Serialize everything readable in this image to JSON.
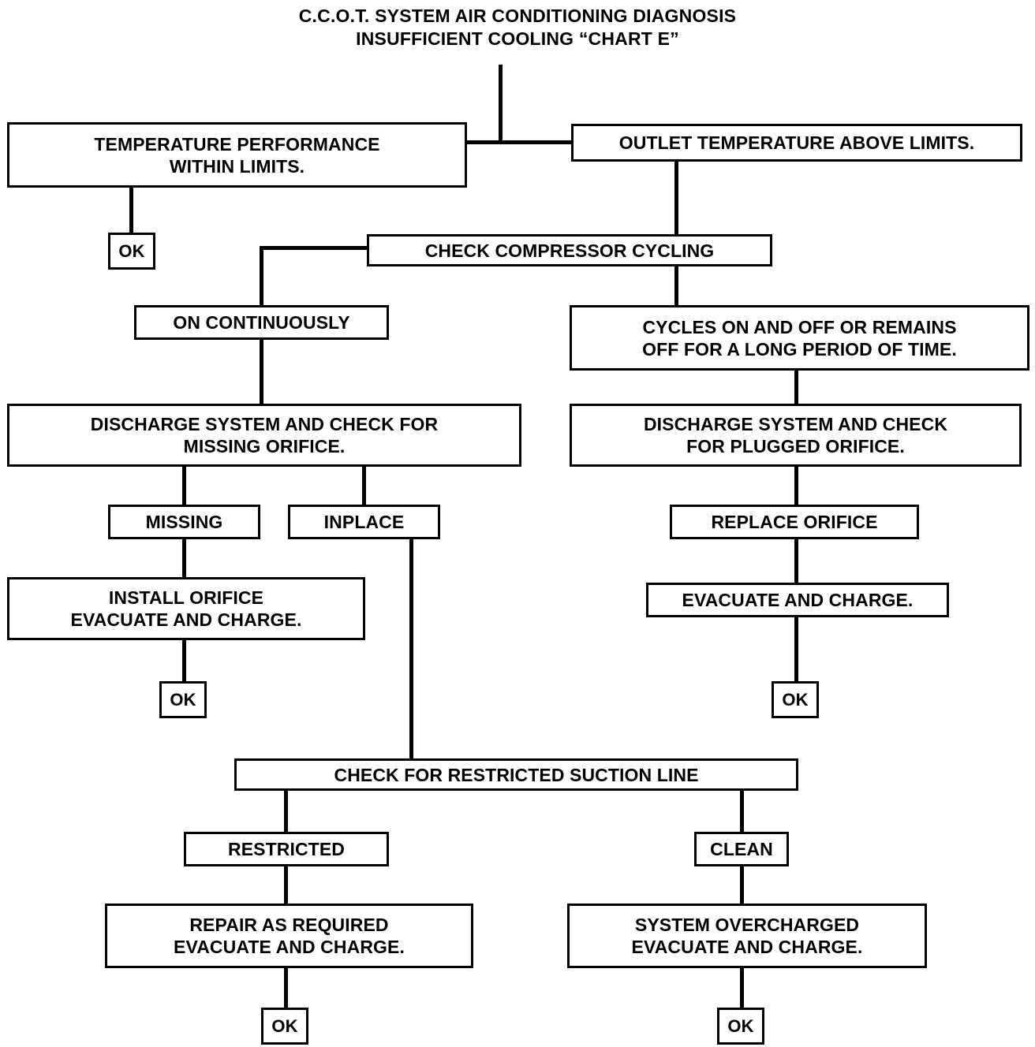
{
  "chart_data": {
    "type": "diagram",
    "title": "C.C.O.T. SYSTEM AIR CONDITIONING DIAGNOSIS",
    "subtitle": "INSUFFICIENT COOLING “CHART E”",
    "nodes": [
      {
        "id": "temp_ok",
        "label": "TEMPERATURE PERFORMANCE WITHIN LIMITS."
      },
      {
        "id": "outlet_high",
        "label": "OUTLET TEMPERATURE ABOVE LIMITS."
      },
      {
        "id": "ok1",
        "label": "OK"
      },
      {
        "id": "check_cycling",
        "label": "CHECK COMPRESSOR CYCLING"
      },
      {
        "id": "on_cont",
        "label": "ON CONTINUOUSLY"
      },
      {
        "id": "cycles_off",
        "label": "CYCLES ON AND OFF OR REMAINS OFF FOR A LONG PERIOD OF TIME."
      },
      {
        "id": "disch_missing",
        "label": "DISCHARGE SYSTEM AND CHECK FOR MISSING ORIFICE."
      },
      {
        "id": "disch_plugged",
        "label": "DISCHARGE SYSTEM AND CHECK FOR PLUGGED ORIFICE."
      },
      {
        "id": "missing",
        "label": "MISSING"
      },
      {
        "id": "inplace",
        "label": "INPLACE"
      },
      {
        "id": "replace_orif",
        "label": "REPLACE ORIFICE"
      },
      {
        "id": "install_orif",
        "label": "INSTALL ORIFICE EVACUATE AND CHARGE."
      },
      {
        "id": "evac_charge",
        "label": "EVACUATE AND CHARGE."
      },
      {
        "id": "ok2",
        "label": "OK"
      },
      {
        "id": "ok3",
        "label": "OK"
      },
      {
        "id": "check_suction",
        "label": "CHECK FOR RESTRICTED SUCTION LINE"
      },
      {
        "id": "restricted",
        "label": "RESTRICTED"
      },
      {
        "id": "clean",
        "label": "CLEAN"
      },
      {
        "id": "repair",
        "label": "REPAIR AS REQUIRED EVACUATE AND CHARGE."
      },
      {
        "id": "overcharged",
        "label": "SYSTEM OVERCHARGED EVACUATE AND CHARGE."
      },
      {
        "id": "ok4",
        "label": "OK"
      },
      {
        "id": "ok5",
        "label": "OK"
      }
    ],
    "edges": [
      [
        "root",
        "temp_ok"
      ],
      [
        "root",
        "outlet_high"
      ],
      [
        "temp_ok",
        "ok1"
      ],
      [
        "outlet_high",
        "check_cycling"
      ],
      [
        "check_cycling",
        "on_cont"
      ],
      [
        "check_cycling",
        "cycles_off"
      ],
      [
        "on_cont",
        "disch_missing"
      ],
      [
        "cycles_off",
        "disch_plugged"
      ],
      [
        "disch_missing",
        "missing"
      ],
      [
        "disch_missing",
        "inplace"
      ],
      [
        "missing",
        "install_orif"
      ],
      [
        "install_orif",
        "ok2"
      ],
      [
        "inplace",
        "check_suction"
      ],
      [
        "disch_plugged",
        "replace_orif"
      ],
      [
        "replace_orif",
        "evac_charge"
      ],
      [
        "evac_charge",
        "ok3"
      ],
      [
        "check_suction",
        "restricted"
      ],
      [
        "check_suction",
        "clean"
      ],
      [
        "restricted",
        "repair"
      ],
      [
        "repair",
        "ok4"
      ],
      [
        "clean",
        "overcharged"
      ],
      [
        "overcharged",
        "ok5"
      ]
    ]
  },
  "header": {
    "line1": "C.C.O.T. SYSTEM AIR CONDITIONING DIAGNOSIS",
    "line2": "INSUFFICIENT COOLING “CHART E”"
  },
  "boxes": {
    "temp_ok": {
      "line1": "TEMPERATURE PERFORMANCE",
      "line2": "WITHIN LIMITS."
    },
    "outlet_high": {
      "line1": "OUTLET TEMPERATURE ABOVE LIMITS."
    },
    "ok1": {
      "line1": "OK"
    },
    "check_cycling": {
      "line1": "CHECK COMPRESSOR CYCLING"
    },
    "on_cont": {
      "line1": "ON CONTINUOUSLY"
    },
    "cycles_off": {
      "line1": "CYCLES ON AND OFF OR REMAINS",
      "line2": "OFF FOR A LONG PERIOD OF TIME."
    },
    "disch_missing": {
      "line1": "DISCHARGE SYSTEM AND CHECK FOR",
      "line2": "MISSING ORIFICE."
    },
    "disch_plugged": {
      "line1": "DISCHARGE SYSTEM AND CHECK",
      "line2": "FOR PLUGGED ORIFICE."
    },
    "missing": {
      "line1": "MISSING"
    },
    "inplace": {
      "line1": "INPLACE"
    },
    "replace_orif": {
      "line1": "REPLACE ORIFICE"
    },
    "install_orif": {
      "line1": "INSTALL ORIFICE",
      "line2": "EVACUATE AND CHARGE."
    },
    "evac_charge": {
      "line1": "EVACUATE AND CHARGE."
    },
    "ok2": {
      "line1": "OK"
    },
    "ok3": {
      "line1": "OK"
    },
    "check_suction": {
      "line1": "CHECK FOR RESTRICTED SUCTION LINE"
    },
    "restricted": {
      "line1": "RESTRICTED"
    },
    "clean": {
      "line1": "CLEAN"
    },
    "repair": {
      "line1": "REPAIR AS REQUIRED",
      "line2": "EVACUATE AND CHARGE."
    },
    "overcharged": {
      "line1": "SYSTEM OVERCHARGED",
      "line2": "EVACUATE AND CHARGE."
    },
    "ok4": {
      "line1": "OK"
    },
    "ok5": {
      "line1": "OK"
    }
  },
  "colors": {
    "ink": "#000000",
    "paper": "#ffffff"
  }
}
